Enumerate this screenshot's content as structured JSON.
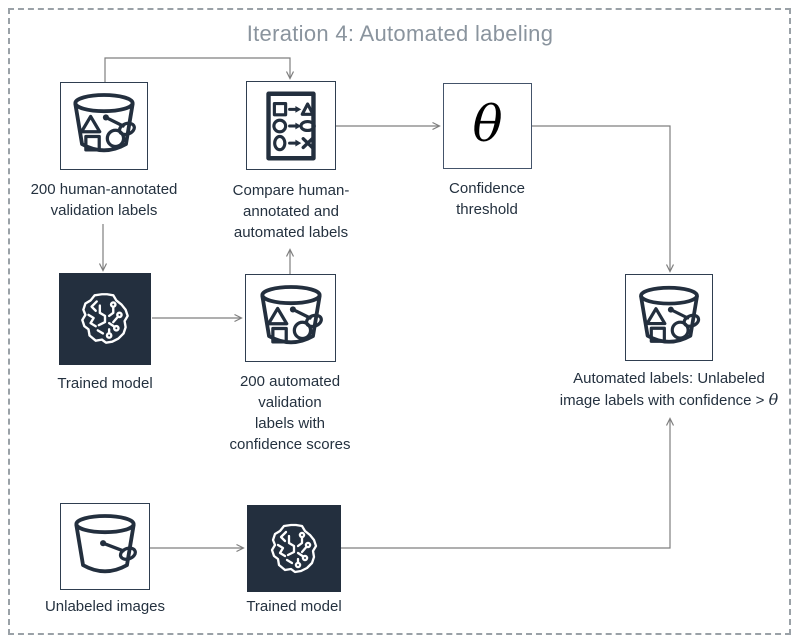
{
  "title": "Iteration 4: Automated labeling",
  "nodes": {
    "validation_bucket": {
      "label": "200 human-annotated\nvalidation labels",
      "icon": "s3-bucket-with-objects-icon"
    },
    "compare": {
      "label": "Compare human-\nannotated and\nautomated labels",
      "icon": "compare-labels-icon"
    },
    "confidence_threshold": {
      "label": "Confidence\nthreshold",
      "symbol": "θ"
    },
    "trained_model_top": {
      "label": "Trained model",
      "icon": "machine-learning-model-icon"
    },
    "automated_validation_bucket": {
      "label": "200 automated\nvalidation\nlabels with\nconfidence scores",
      "icon": "s3-bucket-with-objects-icon"
    },
    "output_bucket": {
      "label_prefix": "Automated labels: Unlabeled\nimage labels with confidence > ",
      "theta": "θ",
      "icon": "s3-bucket-with-objects-icon"
    },
    "unlabeled_bucket": {
      "label": "Unlabeled images",
      "icon": "s3-bucket-empty-icon"
    },
    "trained_model_bottom": {
      "label": "Trained model",
      "icon": "machine-learning-model-icon"
    }
  },
  "colors": {
    "accent_dark": "#232f3e",
    "title_gray": "#8a949e",
    "connector_gray": "#7f7f7f",
    "threshold_border": "#44546a"
  }
}
